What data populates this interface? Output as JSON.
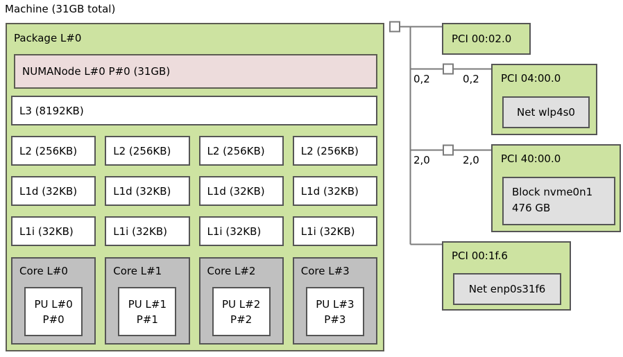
{
  "machine": {
    "title": "Machine (31GB total)"
  },
  "package": {
    "label": "Package L#0",
    "numa_label": "NUMANode L#0 P#0 (31GB)",
    "l3_label": "L3 (8192KB)",
    "l2_labels": [
      "L2 (256KB)",
      "L2 (256KB)",
      "L2 (256KB)",
      "L2 (256KB)"
    ],
    "l1d_labels": [
      "L1d (32KB)",
      "L1d (32KB)",
      "L1d (32KB)",
      "L1d (32KB)"
    ],
    "l1i_labels": [
      "L1i (32KB)",
      "L1i (32KB)",
      "L1i (32KB)",
      "L1i (32KB)"
    ],
    "cores": [
      {
        "label": "Core L#0",
        "pu_lines": [
          "PU L#0",
          "P#0"
        ]
      },
      {
        "label": "Core L#1",
        "pu_lines": [
          "PU L#1",
          "P#1"
        ]
      },
      {
        "label": "Core L#2",
        "pu_lines": [
          "PU L#2",
          "P#2"
        ]
      },
      {
        "label": "Core L#3",
        "pu_lines": [
          "PU L#3",
          "P#3"
        ]
      }
    ]
  },
  "pci_tree": {
    "devices": [
      {
        "label": "PCI 00:02.0"
      },
      {
        "label": "PCI 04:00.0",
        "child_label": "Net wlp4s0"
      },
      {
        "label": "PCI 40:00.0",
        "child_lines": [
          "Block nvme0n1",
          "476 GB"
        ]
      },
      {
        "label": "PCI 00:1f.6",
        "child_label": "Net enp0s31f6"
      }
    ],
    "link_speed_labels": [
      "0,2",
      "0,2",
      "2,0",
      "2,0"
    ]
  },
  "colors": {
    "package_fill": "#cde3a1",
    "numa_fill": "#eddcdc",
    "core_fill": "#c0c0c0",
    "device_fill": "#e0e0e0",
    "box_border": "#555555",
    "connector": "#7a7a7a"
  }
}
